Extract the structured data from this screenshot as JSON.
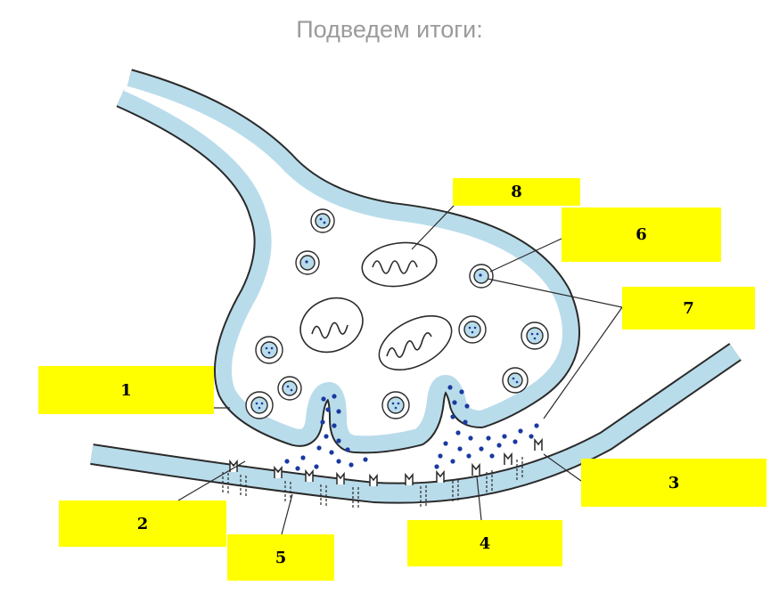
{
  "title": "Подведем итоги:",
  "labels": {
    "l1": "1",
    "l2": "2",
    "l3": "3",
    "l4": "4",
    "l5": "5",
    "l6": "6",
    "l7": "7",
    "l8": "8"
  },
  "colors": {
    "label_fill": "#ffff00",
    "membrane": "#b9dceb",
    "outline": "#2a2a2a",
    "neurotransmitter": "#1a3aa0"
  }
}
